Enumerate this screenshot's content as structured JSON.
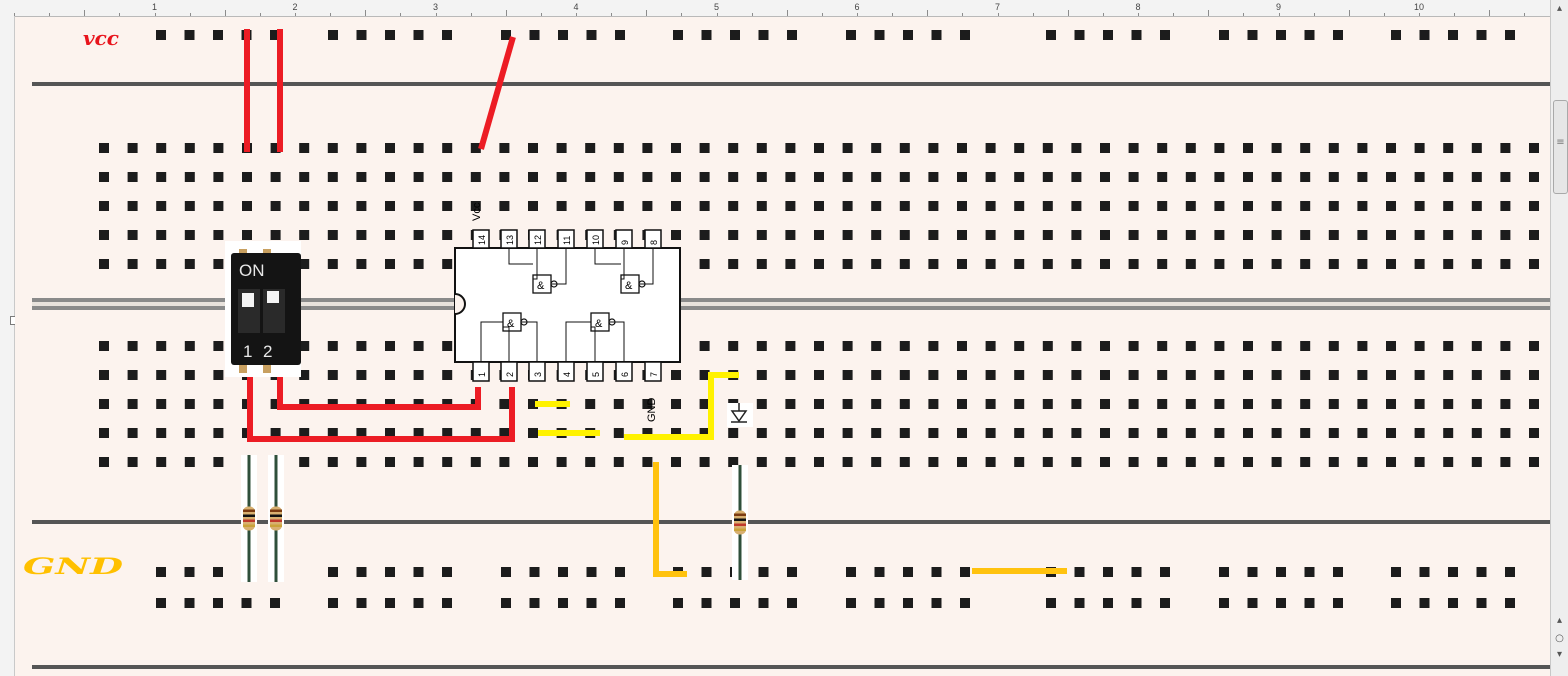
{
  "labels": {
    "vcc_rail": "vcc",
    "gnd_rail": "GND",
    "ic_vcc_pin": "Vcc",
    "ic_gnd_pin": "GND"
  },
  "ruler": {
    "numbers": [
      "1",
      "2",
      "3",
      "4",
      "5",
      "6",
      "7",
      "8",
      "9",
      "10"
    ]
  },
  "dip_switch": {
    "on_label": "ON",
    "positions": [
      "1",
      "2"
    ]
  },
  "ic": {
    "top_pins": [
      "14",
      "13",
      "12",
      "11",
      "10",
      "9",
      "8"
    ],
    "bottom_pins": [
      "1",
      "2",
      "3",
      "4",
      "5",
      "6",
      "7"
    ],
    "gate_symbol": "&"
  },
  "colors": {
    "board": "#fcf3ee",
    "hole": "#1c1c1c",
    "divider": "#555555",
    "vcc_wire": "#ec1c24",
    "signal_wire": "#fff200",
    "gnd_wire": "#ffc20e",
    "vcc_label": "#e8141c",
    "gnd_label": "#ffc000"
  },
  "scrollbar": {
    "up_icon": "▴",
    "down_icon": "▾",
    "grip_icon": "≡"
  }
}
